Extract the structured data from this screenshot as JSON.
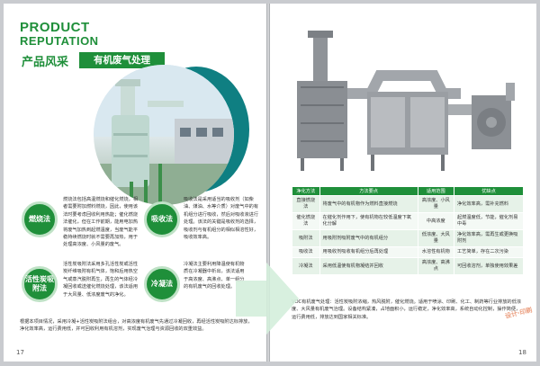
{
  "left_page": {
    "brand_en_line1": "PRODUCT",
    "brand_en_line2": "REPUTATION",
    "brand_cn": "产品风采",
    "title": "有机废气处理",
    "methods": [
      {
        "badge": "燃烧法",
        "text": "燃烧法包括高温燃烧和催化燃烧，相者需要附加燃料燃烧，因此，使用该法时要考虑回收利用热能；催化燃烧法催化，但在工作前期，能用电加热将废气加热到起燃温度，当废气能平稳持续燃烧时就不需要再加热，用于处理高浓度、小风量的废气。"
      },
      {
        "badge": "吸收法",
        "text": "吸收法是采用适当的吸收剂（如柴油、煤油、水等介质）对废气中的有机组分进行吸收，然后对吸收液进行处理。该法的关键是吸收剂的选择，吸收剂与有机组分的相似相溶性好，吸收效率高。"
      },
      {
        "badge": "活性炭吸附法",
        "text": "活性炭吸附法采用多孔活性炭或活性炭纤维吸附有机气体，饱和后用热空气或蒸汽脱附再生，再生的气体经冷凝回收或送催化燃烧处理，该法适用于大风量、低浓度废气的净化。"
      },
      {
        "badge": "冷凝法",
        "text": "冷凝法主要利用降温使有机物质在冷凝器中析出，该法适用于高浓度、高沸点、单一组分的有机废气的回收处理。"
      }
    ],
    "summary": "根据本项目情况，采用冷凝+活性炭吸附法组合，对高浓度有机废气先通过冷凝回收，再经活性炭吸附达标排放，净化效率高，运行费用低，并可回收利用有机溶剂，实现废气治理与资源回收的双重效益。",
    "page_number": "17"
  },
  "right_page": {
    "table": {
      "headers": [
        "净化方法",
        "方法要点",
        "适用范围",
        "优缺点"
      ],
      "rows": [
        [
          "直接燃烧法",
          "将废气中的有机物作为燃料直接燃烧",
          "高浓度、小风量",
          "净化效率高，需补充燃料"
        ],
        [
          "催化燃烧法",
          "在催化剂作用下，使有机物在较低温度下氧化分解",
          "中高浓度",
          "起燃温度低，节能，催化剂易中毒"
        ],
        [
          "吸附法",
          "用吸附剂吸附废气中的有机组分",
          "低浓度、大风量",
          "净化效率高，需再生或更换吸附剂"
        ],
        [
          "吸收法",
          "用吸收剂吸收有机组分后再处理",
          "水溶性有机物",
          "工艺简单，存在二次污染"
        ],
        [
          "冷凝法",
          "采用低温使有机物凝结并回收",
          "高浓度、高沸点",
          "可回收溶剂，单独使用效果差"
        ]
      ]
    },
    "description": "VOC有机废气处理：活性炭吸附浓缩，热风脱附，催化燃烧。适用于喷涂、印刷、化工、制药等行业排放的低浓度、大风量有机废气治理。设备结构紧凑，占地面积小，运行稳定，净化效率高，系统自动化控制，操作简便，运行费用低，排放达到国家相关标准。",
    "stamp": "设计·印刷",
    "page_number": "18"
  },
  "colors": {
    "brand_green": "#1f8f3a",
    "teal": "#0f7f82",
    "light_green": "#e6f2e8"
  }
}
